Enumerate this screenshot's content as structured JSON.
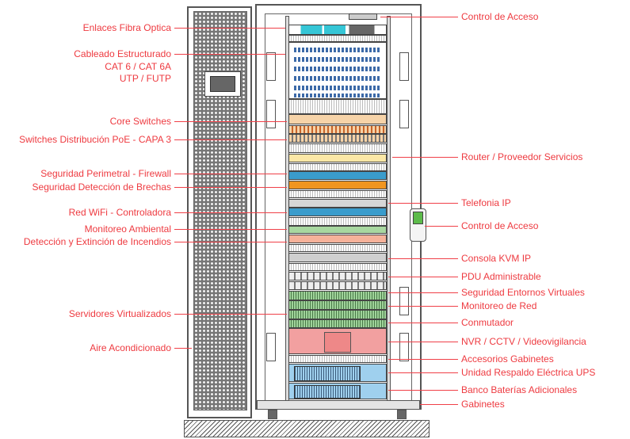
{
  "left_labels": [
    {
      "text": "Enlaces Fibra Optica"
    },
    {
      "text": "Cableado Estructurado"
    },
    {
      "text": "CAT 6 / CAT 6A"
    },
    {
      "text": "UTP / FUTP"
    },
    {
      "text": "Core Switches"
    },
    {
      "text": "Switches Distribución PoE - CAPA 3"
    },
    {
      "text": "Seguridad Perimetral - Firewall"
    },
    {
      "text": "Seguridad Detección de Brechas"
    },
    {
      "text": "Red WiFi - Controladora"
    },
    {
      "text": "Monitoreo Ambiental"
    },
    {
      "text": "Detección y Extinción de Incendios"
    },
    {
      "text": "Servidores Virtualizados"
    },
    {
      "text": "Aire Acondicionado"
    }
  ],
  "right_labels": [
    {
      "text": "Control de Acceso"
    },
    {
      "text": "Router / Proveedor Servicios"
    },
    {
      "text": "Telefonia IP"
    },
    {
      "text": "Control de Acceso"
    },
    {
      "text": "Consola KVM  IP"
    },
    {
      "text": "PDU Administrable"
    },
    {
      "text": "Seguridad Entornos Virtuales"
    },
    {
      "text": "Monitoreo de Red"
    },
    {
      "text": "Conmutador"
    },
    {
      "text": "NVR / CCTV / Videovigilancia"
    },
    {
      "text": "Accesorios Gabinetes"
    },
    {
      "text": "Unidad Respaldo Eléctrica UPS"
    },
    {
      "text": "Banco Baterías Adicionales"
    },
    {
      "text": "Gabinetes"
    }
  ],
  "colors": {
    "label": "#ee3a40",
    "core_switch": "#f6d3a8",
    "router": "#fbe7a6",
    "firewall": "#3a9ccc",
    "ids": "#f0951f",
    "wifi": "#3a9ccc",
    "env_monitor": "#a8d8a0",
    "fire": "#f6b29a",
    "servers": "#9fd39a",
    "nvr": "#f2a0a0",
    "ups": "#9fd0ee",
    "access_screen": "#5cbb4a"
  }
}
